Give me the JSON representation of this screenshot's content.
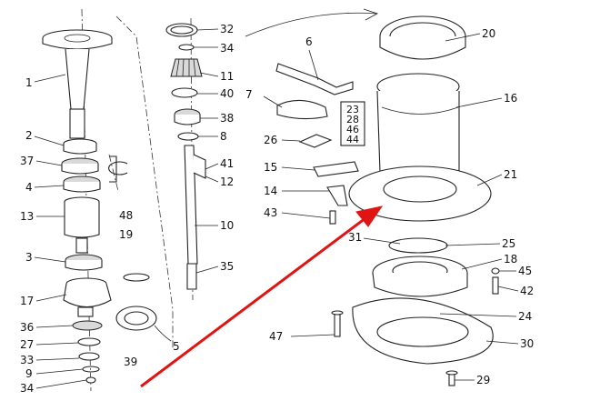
{
  "labels": {
    "l1": "1",
    "l2": "2",
    "l37": "37",
    "l4": "4",
    "l13": "13",
    "l3": "3",
    "l17": "17",
    "l36": "36",
    "l27": "27",
    "l33": "33",
    "l9": "9",
    "l34a": "34",
    "l48": "48",
    "l19": "19",
    "l39": "39",
    "l5": "5",
    "l32": "32",
    "l34b": "34",
    "l11": "11",
    "l40": "40",
    "l38": "38",
    "l8": "8",
    "l41": "41",
    "l12": "12",
    "l10": "10",
    "l35": "35",
    "l6": "6",
    "l7": "7",
    "l23": "23",
    "l28": "28",
    "l46": "46",
    "l44": "44",
    "l26": "26",
    "l15": "15",
    "l14": "14",
    "l43": "43",
    "l47": "47",
    "l20": "20",
    "l16": "16",
    "l21": "21",
    "l31": "31",
    "l25": "25",
    "l18": "18",
    "l45": "45",
    "l42": "42",
    "l24": "24",
    "l30": "30",
    "l29": "29"
  },
  "colors": {
    "line": "#222222",
    "arrow": "#e11414",
    "background": "#ffffff"
  }
}
